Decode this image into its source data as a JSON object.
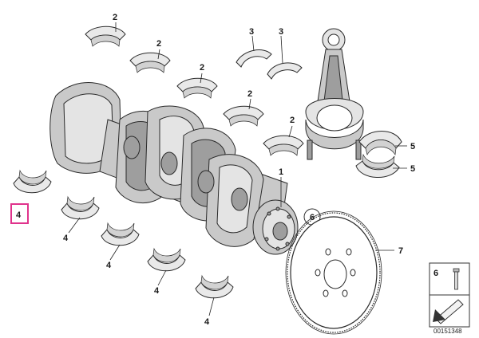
{
  "callouts": {
    "main_bearing": "2",
    "thrust_washer": "3",
    "crankshaft": "1",
    "con_rod_bearing": "5",
    "lower_main_bearing": "4",
    "bolt": "6",
    "flywheel_ring": "7"
  },
  "legend": {
    "label": "6"
  },
  "document": {
    "number": "00151348"
  },
  "colors": {
    "highlight": "#e0338c"
  },
  "icons": {
    "arrow": "arrow-icon",
    "bolt": "bolt-icon"
  }
}
